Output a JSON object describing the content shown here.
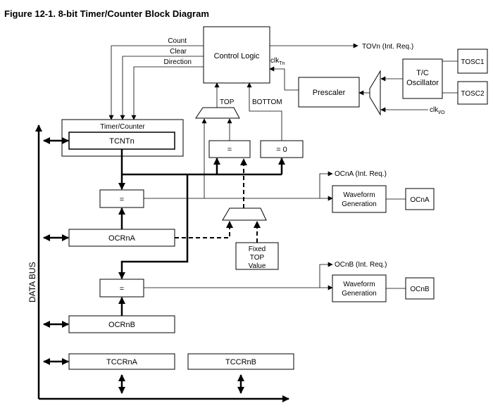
{
  "figure_title": "Figure 12-1. 8-bit Timer/Counter Block Diagram",
  "blocks": {
    "control_logic": "Control Logic",
    "timer_counter": "Timer/Counter",
    "tcnt": "TCNTn",
    "prescaler": "Prescaler",
    "tc_osc_line1": "T/C",
    "tc_osc_line2": "Oscillator",
    "tosc1": "TOSC1",
    "tosc2": "TOSC2",
    "eq_top": "=",
    "eq_zero": "= 0",
    "eq_a": "=",
    "eq_b": "=",
    "ocra": "OCRnA",
    "ocrb": "OCRnB",
    "tccra": "TCCRnA",
    "tccrb": "TCCRnB",
    "wave_a_line1": "Waveform",
    "wave_a_line2": "Generation",
    "wave_b_line1": "Waveform",
    "wave_b_line2": "Generation",
    "oca": "OCnA",
    "ocb": "OCnB",
    "fixed_top_line1": "Fixed",
    "fixed_top_line2": "TOP",
    "fixed_top_line3": "Value"
  },
  "signals": {
    "count": "Count",
    "clear": "Clear",
    "direction": "Direction",
    "tov": "TOVn (Int. Req.)",
    "clk_t": "clk",
    "clk_t_sub": "Tn",
    "clk_io": "clk",
    "clk_io_sub": "I/O",
    "top": "TOP",
    "bottom": "BOTTOM",
    "oca_int": "OCnA (Int. Req.)",
    "ocb_int": "OCnB (Int. Req.)",
    "data_bus": "DATA BUS"
  }
}
